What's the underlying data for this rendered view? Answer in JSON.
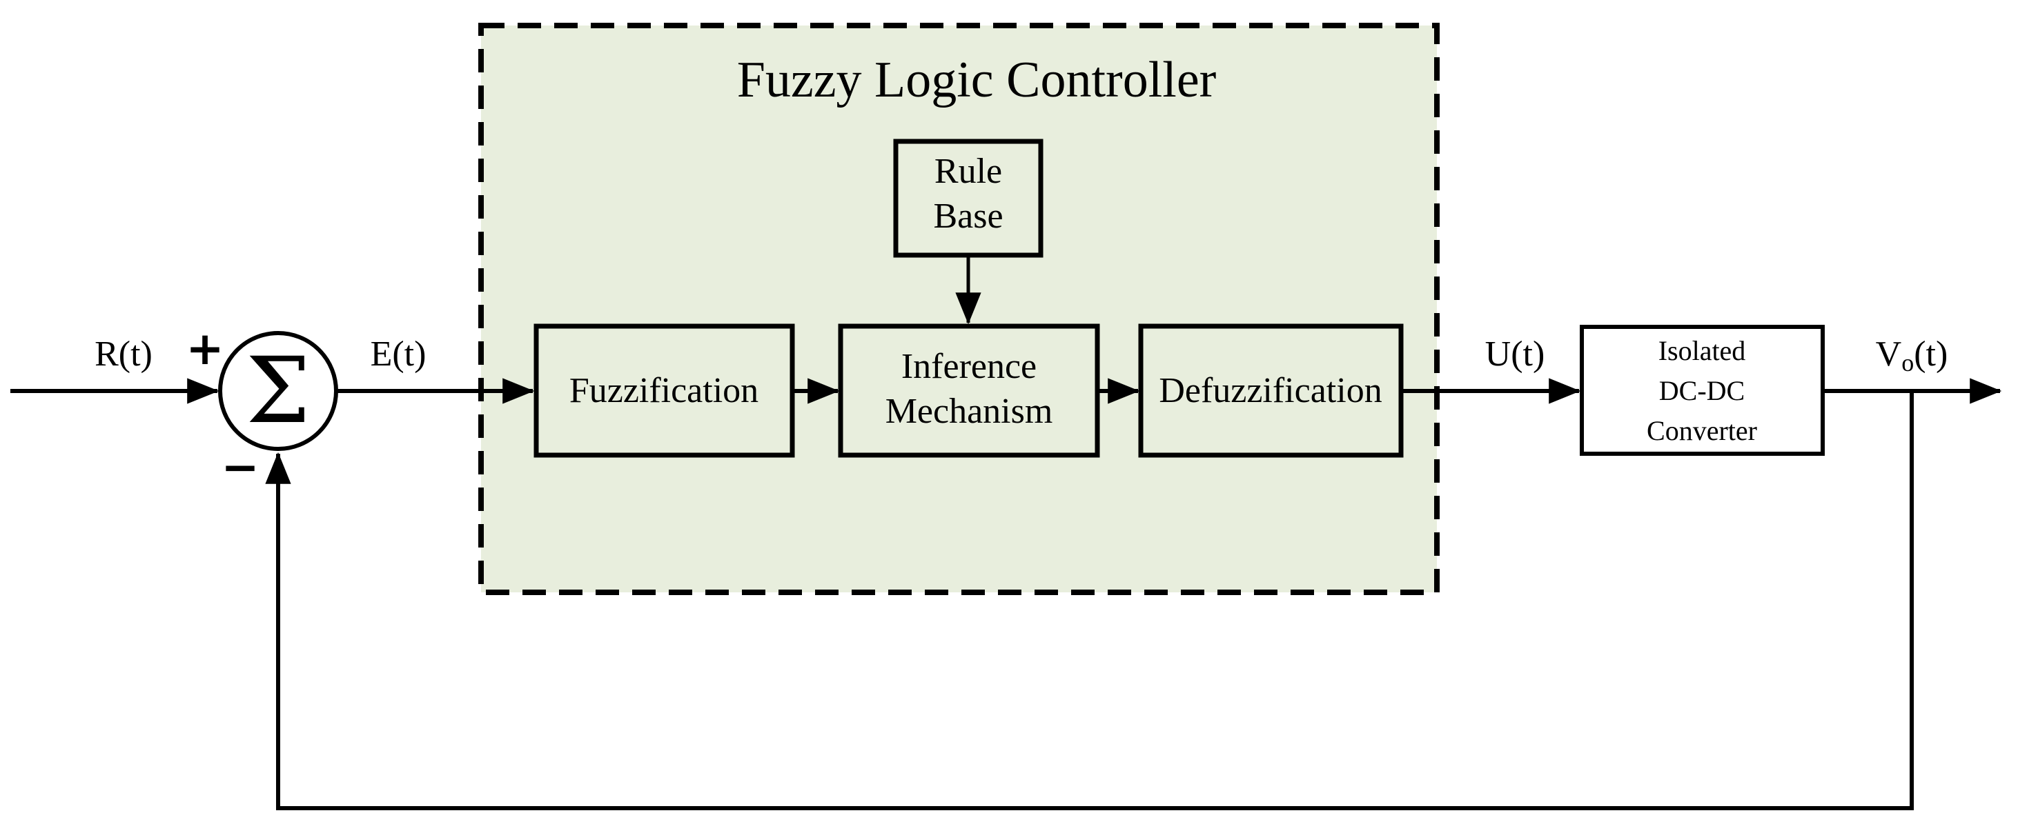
{
  "diagram_title": "Fuzzy Logic Controller",
  "summing_junction": {
    "symbol": "Σ",
    "plus_sign": "+",
    "minus_sign": "−"
  },
  "signals": {
    "reference": "R(t)",
    "error": "E(t)",
    "control": "U(t)",
    "output_main": "V",
    "output_subscript": "o",
    "output_suffix": "(t)"
  },
  "blocks": {
    "rule_base": {
      "line1": "Rule",
      "line2": "Base"
    },
    "fuzzification": {
      "label": "Fuzzification"
    },
    "inference_mechanism": {
      "line1": "Inference",
      "line2": "Mechanism"
    },
    "defuzzification": {
      "label": "Defuzzification"
    },
    "dcdc_converter": {
      "line1": "Isolated",
      "line2": "DC-DC",
      "line3": "Converter"
    }
  },
  "colors": {
    "flc_background": "#e8eedd",
    "stroke": "#000000",
    "page_background": "#ffffff"
  }
}
